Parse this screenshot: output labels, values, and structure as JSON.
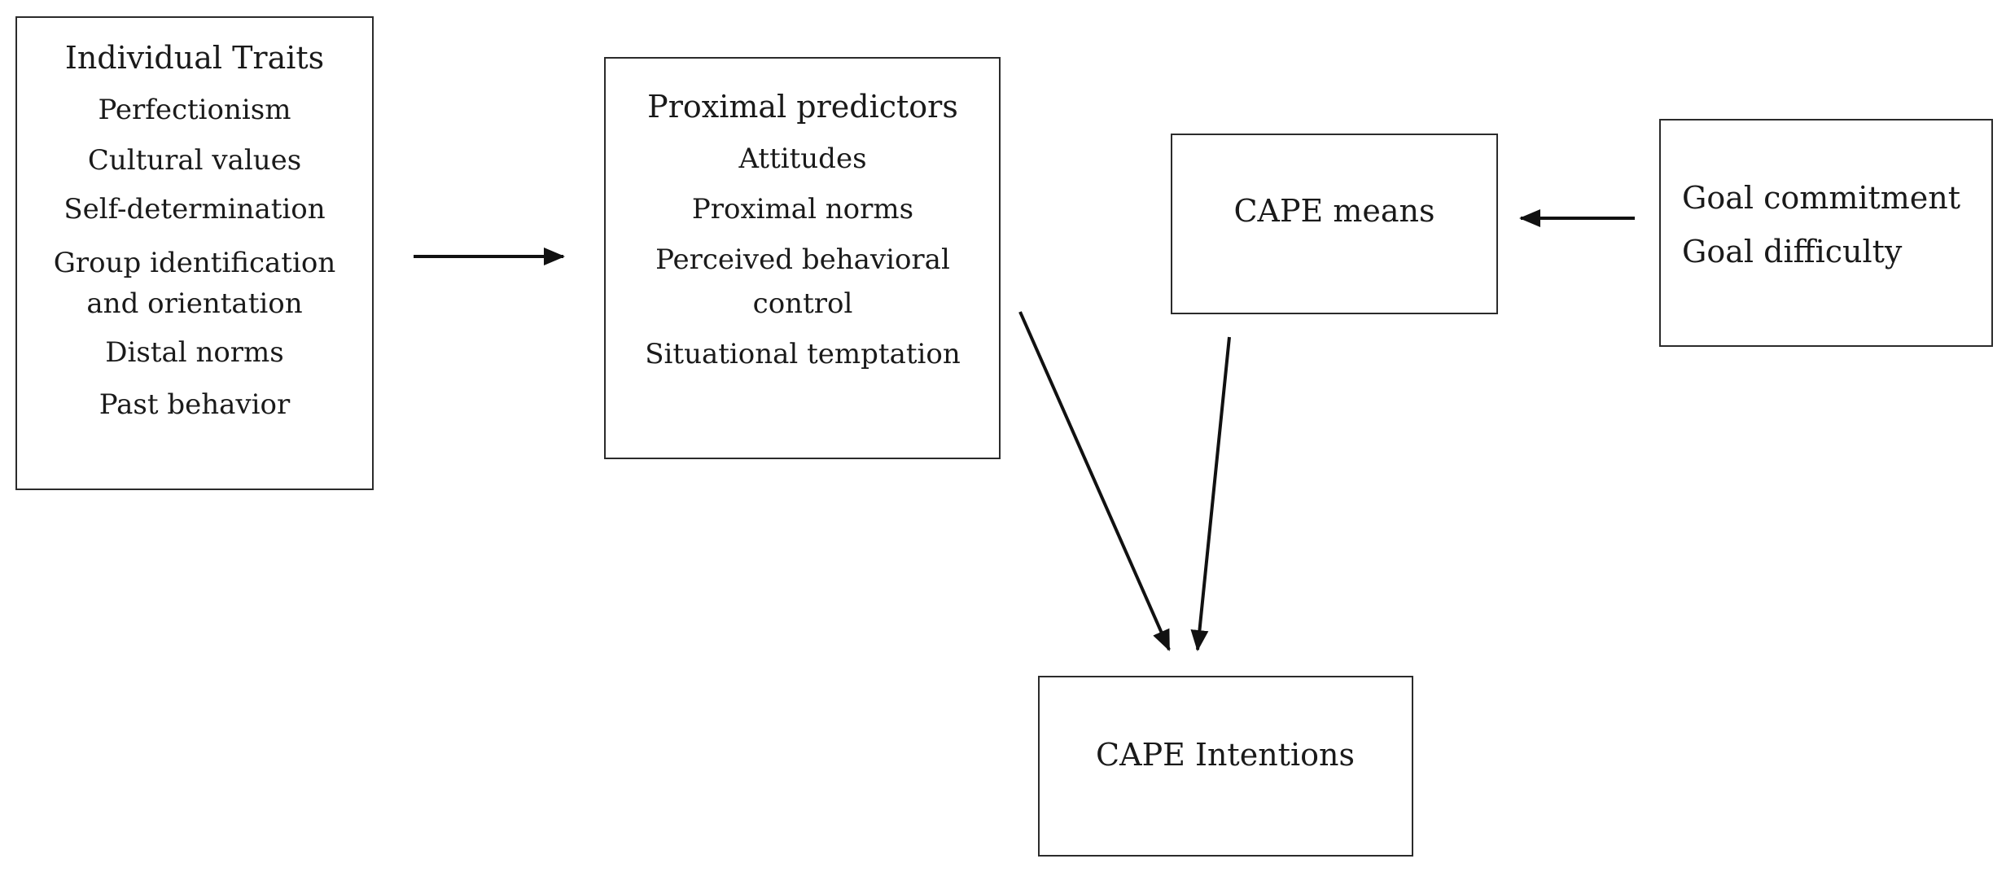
{
  "traits": {
    "heading": "Individual Traits",
    "items": [
      "Perfectionism",
      "Cultural values",
      "Self-determination",
      "Group identification",
      "and orientation",
      "Distal norms",
      "Past behavior"
    ]
  },
  "proximal": {
    "heading": "Proximal predictors",
    "items": [
      "Attitudes",
      "Proximal norms",
      "Perceived behavioral",
      "control",
      "Situational temptation"
    ]
  },
  "means": {
    "label": "CAPE means"
  },
  "goals": {
    "items": [
      "Goal commitment",
      "Goal difficulty"
    ]
  },
  "intentions": {
    "label": "CAPE Intentions"
  }
}
